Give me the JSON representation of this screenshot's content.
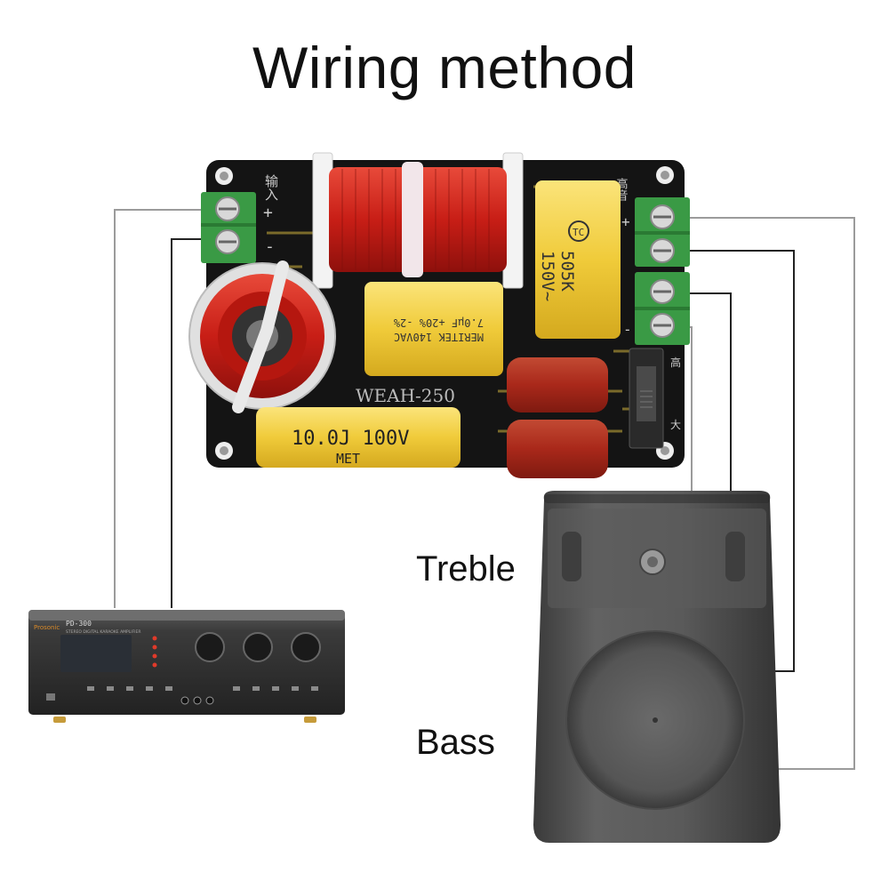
{
  "diagram": {
    "title": "Wiring method",
    "labels": {
      "treble": "Treble",
      "bass": "Bass"
    },
    "board": {
      "model": "WEAH-250",
      "input_chars": "输入",
      "input_plus": "+",
      "input_minus": "-",
      "cap_big": {
        "line1": "10.0J 100V",
        "line2": "MET"
      },
      "cap_mid": {
        "line1": "7.0µF +20% -2%",
        "line2": "MERITEK 140VAC"
      },
      "cap_tall": {
        "logo": "TC",
        "line1": "505K",
        "line2": "150V~"
      },
      "switch_top": "高",
      "switch_bottom": "大",
      "out_top_chars": "高音",
      "out_plus": "+",
      "out_minus": "-"
    },
    "amplifier": {
      "model": "PD-300",
      "brand": "Prosonic",
      "subtitle": "STEREO DIGITAL KARAOKE AMPLIFIER"
    },
    "colors": {
      "board": "#141414",
      "coil_red": "#d3231e",
      "capacitor_yellow": "#f0cb3a",
      "capacitor_red": "#a9281a",
      "terminal_green": "#3a9a45",
      "wire_gray": "#9b9b9b",
      "wire_black": "#222222",
      "speaker": "#555555"
    }
  }
}
